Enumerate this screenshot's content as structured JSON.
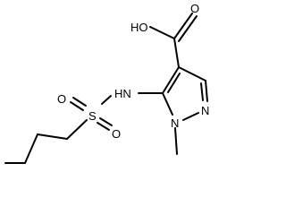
{
  "molecule": {
    "atoms": {
      "carboxyl_oh": "HO",
      "carboxyl_o": "O",
      "amine_nh": "HN",
      "sulfur": "S",
      "sulfonyl_o_upper": "O",
      "sulfonyl_o_lower": "O",
      "ring_n_upper": "N",
      "ring_n_lower": "N"
    }
  },
  "colors": {
    "bond": "#000000",
    "background": "#ffffff"
  }
}
